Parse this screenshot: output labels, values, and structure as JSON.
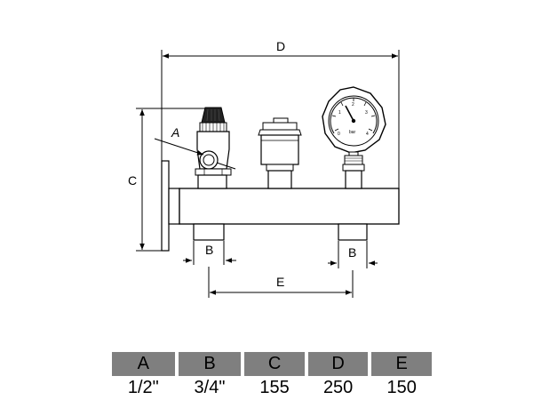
{
  "drawing": {
    "dimension_labels": {
      "a": "A",
      "b_left": "B",
      "b_right": "B",
      "c": "C",
      "d": "D",
      "e": "E"
    },
    "gauge": {
      "unit": "bar",
      "scale": [
        "0",
        "1",
        "2",
        "3",
        "4"
      ]
    }
  },
  "spec_table": {
    "headers": [
      "A",
      "B",
      "C",
      "D",
      "E"
    ],
    "values": [
      "1/2\"",
      "3/4\"",
      "155",
      "250",
      "150"
    ]
  }
}
